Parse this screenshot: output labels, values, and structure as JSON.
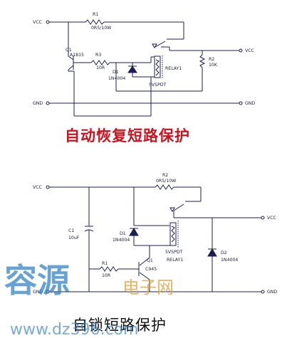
{
  "diagram1": {
    "title": "自动恢复短路保护",
    "labels": {
      "vcc_in": "VCC",
      "gnd_in": "GND",
      "vcc_out": "VCC",
      "gnd_out": "GND",
      "r1_ref": "R1",
      "r1_val": "0R5/10W",
      "q1_ref": "Q1",
      "q1_val": "A1815",
      "r3_ref": "R3",
      "r3_val": "10R",
      "d1_ref": "D1",
      "d1_val": "1N4004",
      "relay_ref": "RELAY1",
      "relay_val": "5VSPDT",
      "r2_ref": "R2",
      "r2_val": "10K"
    }
  },
  "diagram2": {
    "title": "自锁短路保护",
    "labels": {
      "vcc_in": "VCC",
      "gnd_in": "GND",
      "vcc_out": "VCC",
      "gnd_out": "GND",
      "r2_ref": "R2",
      "r2_val": "0R5/10W",
      "c1_ref": "C1",
      "c1_val": "10uF",
      "d1_ref": "D1",
      "d1_val": "1N4004",
      "relay_val": "5VSPDT",
      "relay_ref": "RELAY1",
      "q1_ref": "Q1",
      "q1_val": "C945",
      "r1_ref": "R1",
      "r1_val": "10R",
      "d2_ref": "D2",
      "d2_val": "1N4004"
    }
  },
  "watermark": {
    "brand": "容源",
    "sub": "电子网",
    "url": "www.dz396.com"
  }
}
